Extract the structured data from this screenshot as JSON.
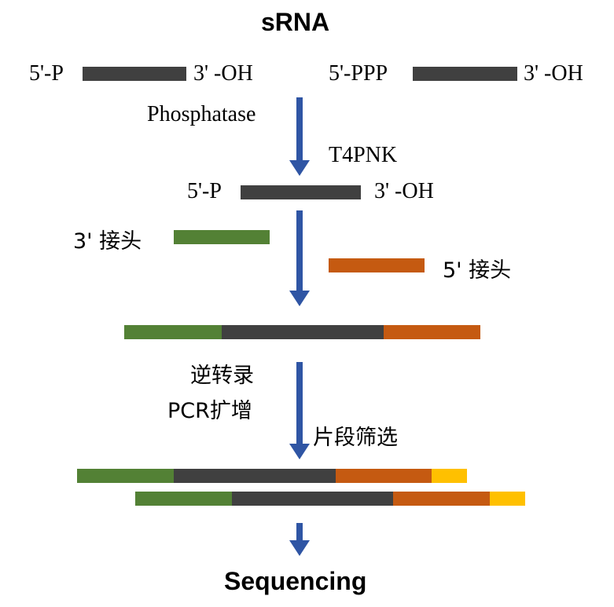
{
  "title": "sRNA",
  "colors": {
    "rna": "#404040",
    "adapter3": "#538135",
    "adapter5": "#C55A11",
    "index": "#FFC000",
    "arrow": "#2F55A4"
  },
  "top_left": {
    "left": "5'-P",
    "right": "3' -OH"
  },
  "top_right": {
    "left": "5'-PPP",
    "right": "3' -OH"
  },
  "step1": {
    "enzyme1": "Phosphatase",
    "enzyme2": "T4PNK"
  },
  "middle": {
    "left": "5'-P",
    "right": "3' -OH"
  },
  "adapters": {
    "three_prime": "3' 接头",
    "five_prime": "5' 接头"
  },
  "step3": {
    "line1": "逆转录",
    "line2": "PCR扩增",
    "selection": "片段筛选"
  },
  "final": "Sequencing"
}
